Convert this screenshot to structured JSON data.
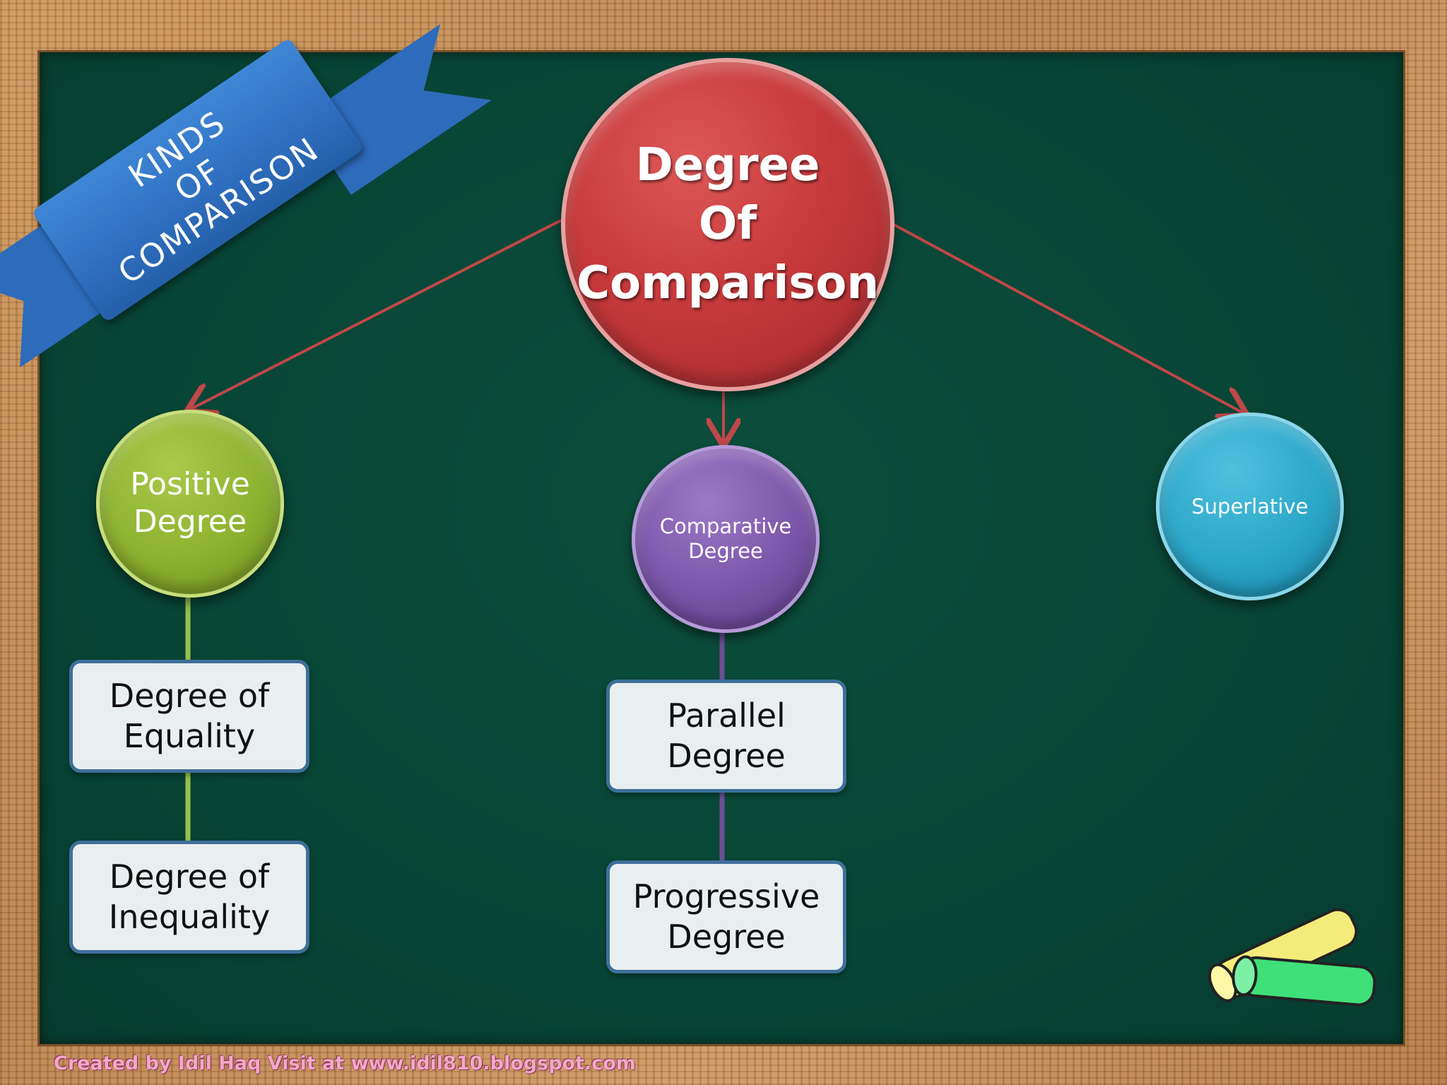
{
  "banner": {
    "text": "KINDS\nOF\nCOMPARISON"
  },
  "main": {
    "label": "Degree\nOf\nComparison"
  },
  "branches": {
    "positive": {
      "label": "Positive\nDegree",
      "color": "#8db22f"
    },
    "comparative": {
      "label": "Comparative\nDegree",
      "color": "#7b55a8"
    },
    "superlative": {
      "label": "Superlative",
      "color": "#2aa6c8"
    }
  },
  "sub_boxes": {
    "equality": "Degree of\nEquality",
    "inequality": "Degree of\nInequality",
    "parallel": "Parallel\nDegree",
    "progressive": "Progressive\nDegree"
  },
  "colors": {
    "arrow": "#c0474a",
    "board": "#084536",
    "frame": "#b98552"
  },
  "footer": {
    "credit": "Created by Idil Haq Visit at www.idil810.blogspot.com"
  }
}
